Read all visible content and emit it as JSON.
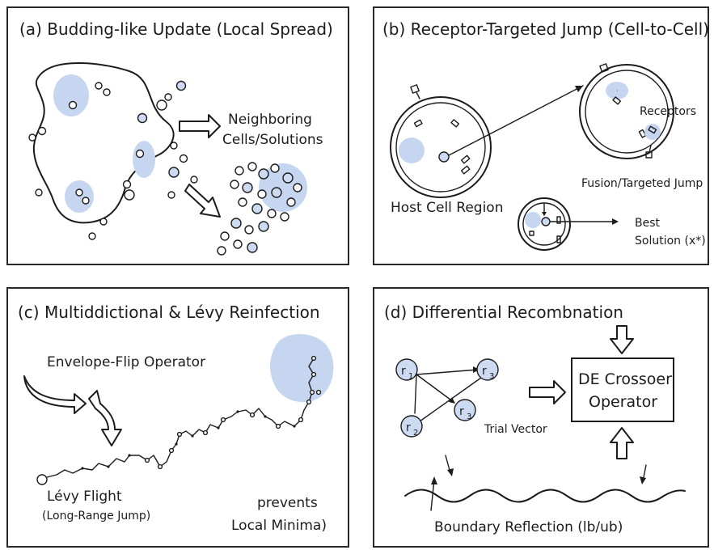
{
  "panels": {
    "a": {
      "title": "(a) Budding-like Update (Local Spread)",
      "label_line1": "Neighboring",
      "label_line2": "Cells/Solutions"
    },
    "b": {
      "title": "(b) Receptor-Targeted Jump (Cell-to-Cell)",
      "receptors": "Receptors",
      "fusion": "Fusion/Targeted Jump",
      "host": "Host Cell Region",
      "best_line1": "Best",
      "best_line2": "Solution (x*)"
    },
    "c": {
      "title": "(c) Multiddictional & Lévy Reinfection",
      "envelope": "Envelope-Flip Operator",
      "levy_line1": "Lévy Flight",
      "levy_line2": "(Long-Range Jump)",
      "prevents_line1": "prevents",
      "prevents_line2": "Local Minima)"
    },
    "d": {
      "title": "(d) Differential Recombnation",
      "r1": "r",
      "r1_sub": "1",
      "r2": "r",
      "r2_sub": "2",
      "r3a": "r",
      "r3a_sub": "3",
      "r3b": "r",
      "r3b_sub": "3",
      "trial": "Trial Vector",
      "de_line1": "DE Crossoer",
      "de_line2": "Operator",
      "boundary": "Boundary Reflection (lb/ub)"
    }
  },
  "colors": {
    "ink": "#1c1c1c",
    "cell_fill": "#c6d6f0",
    "bubble_fill": "#ccdbf1"
  }
}
